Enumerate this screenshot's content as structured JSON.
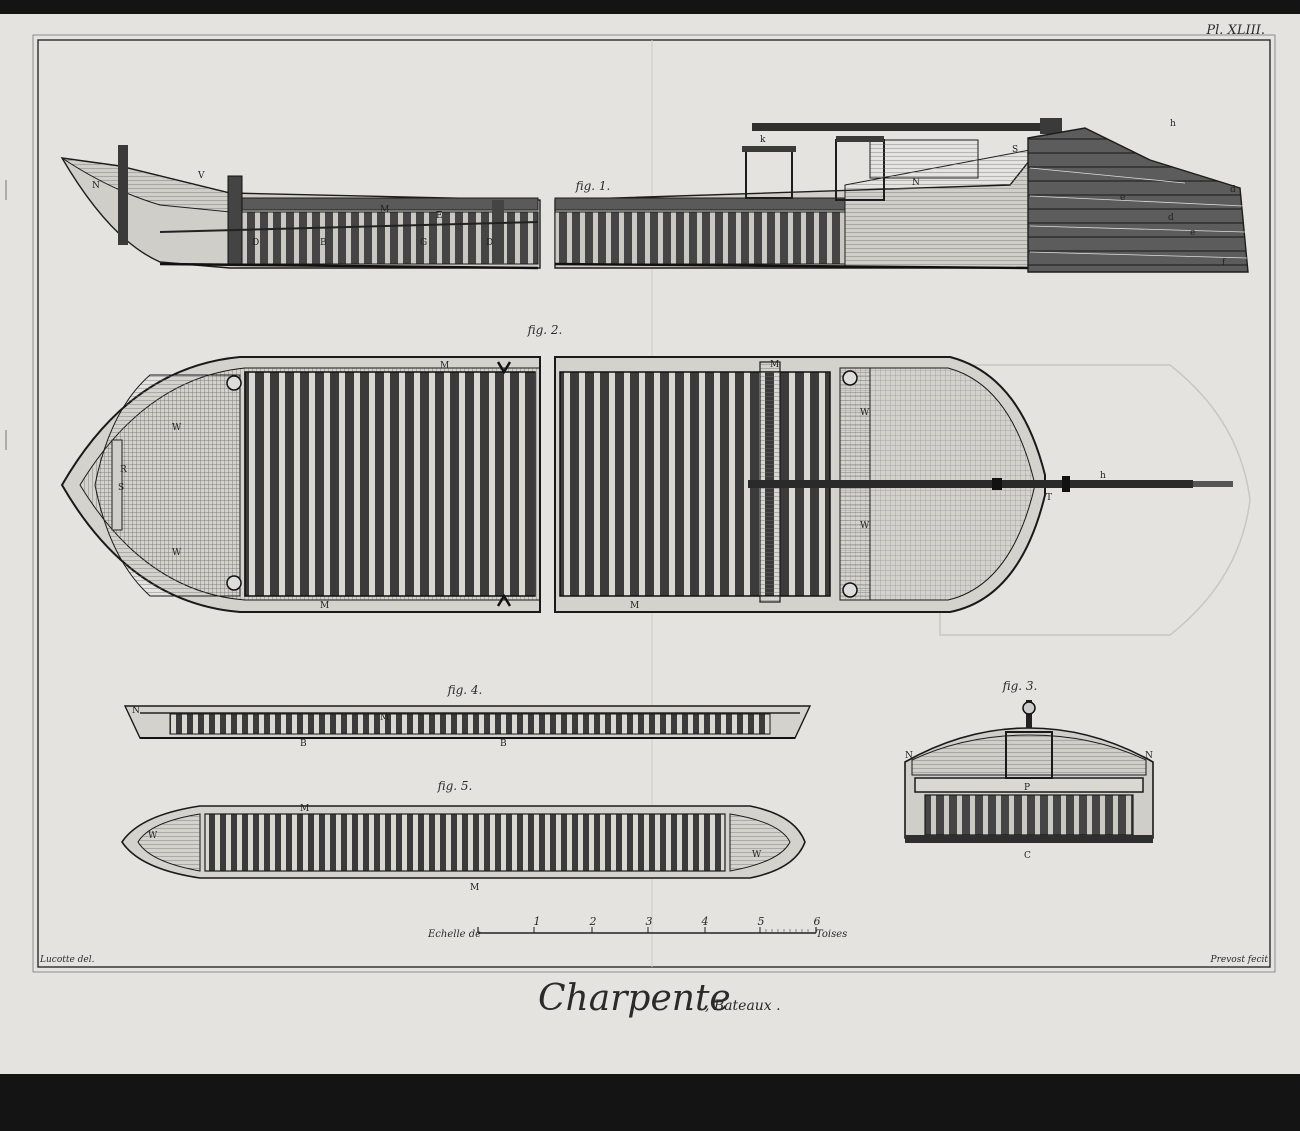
{
  "plate_number": "Pl. XLIII.",
  "figures": {
    "fig1": "fig. 1.",
    "fig2": "fig. 2.",
    "fig3": "fig. 3.",
    "fig4": "fig. 4.",
    "fig5": "fig. 5."
  },
  "scale": {
    "label_left": "Echelle de",
    "label_right": "Toises",
    "ticks": [
      "1",
      "2",
      "3",
      "4",
      "5",
      "6"
    ]
  },
  "credits": {
    "drawn_by": "Lucotte del.",
    "engraved_by": "Prevost fecit"
  },
  "title": {
    "main": "Charpente",
    "sub": ", Bateaux ."
  }
}
